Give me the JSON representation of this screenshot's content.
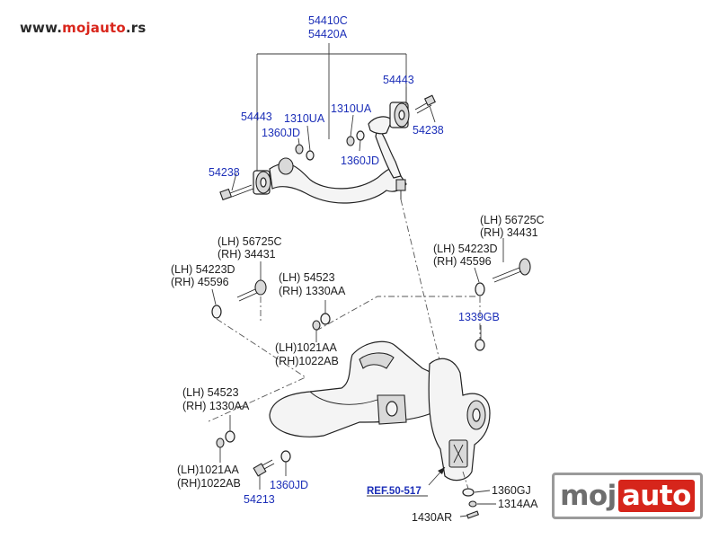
{
  "site": {
    "prefix": "www.",
    "brand_a": "mojauto",
    "suffix": ".rs"
  },
  "logo": {
    "part_a": "moj",
    "part_b": "auto"
  },
  "labels": {
    "upper_arm_1": "54410C",
    "upper_arm_2": "54420A",
    "bushing_right": "54443",
    "bushing_left": "54443",
    "bolt_right": "54238",
    "bolt_left": "54238",
    "washer_left": "1310UA",
    "washer_right": "1310UA",
    "nut_left": "1360JD",
    "nut_right": "1360JD",
    "bolt_r_lh": "(LH) 56725C",
    "bolt_r_rh": "(RH) 34431",
    "bolt_l_lh": "(LH) 56725C",
    "bolt_l_rh": "(RH) 34431",
    "cam_r_lh": "(LH) 54223D",
    "cam_r_rh": "(RH) 45596",
    "cam_l_lh": "(LH) 54223D",
    "cam_l_rh": "(RH) 45596",
    "washer_mid_lh": "(LH)   54523",
    "washer_mid_rh": "(RH) 1330AA",
    "washer_low_lh": "(LH)   54523",
    "washer_low_rh": "(RH) 1330AA",
    "nut_mid_lh": "(LH)1021AA",
    "nut_mid_rh": "(RH)1022AB",
    "nut_low_lh": "(LH)1021AA",
    "nut_low_rh": "(RH)1022AB",
    "nut_1339": "1339GB",
    "bolt_54213": "54213",
    "nut_1360jd_low": "1360JD",
    "ref": "REF.50-517",
    "nut_1360gj": "1360GJ",
    "washer_1314": "1314AA",
    "pin_1430": "1430AR"
  }
}
